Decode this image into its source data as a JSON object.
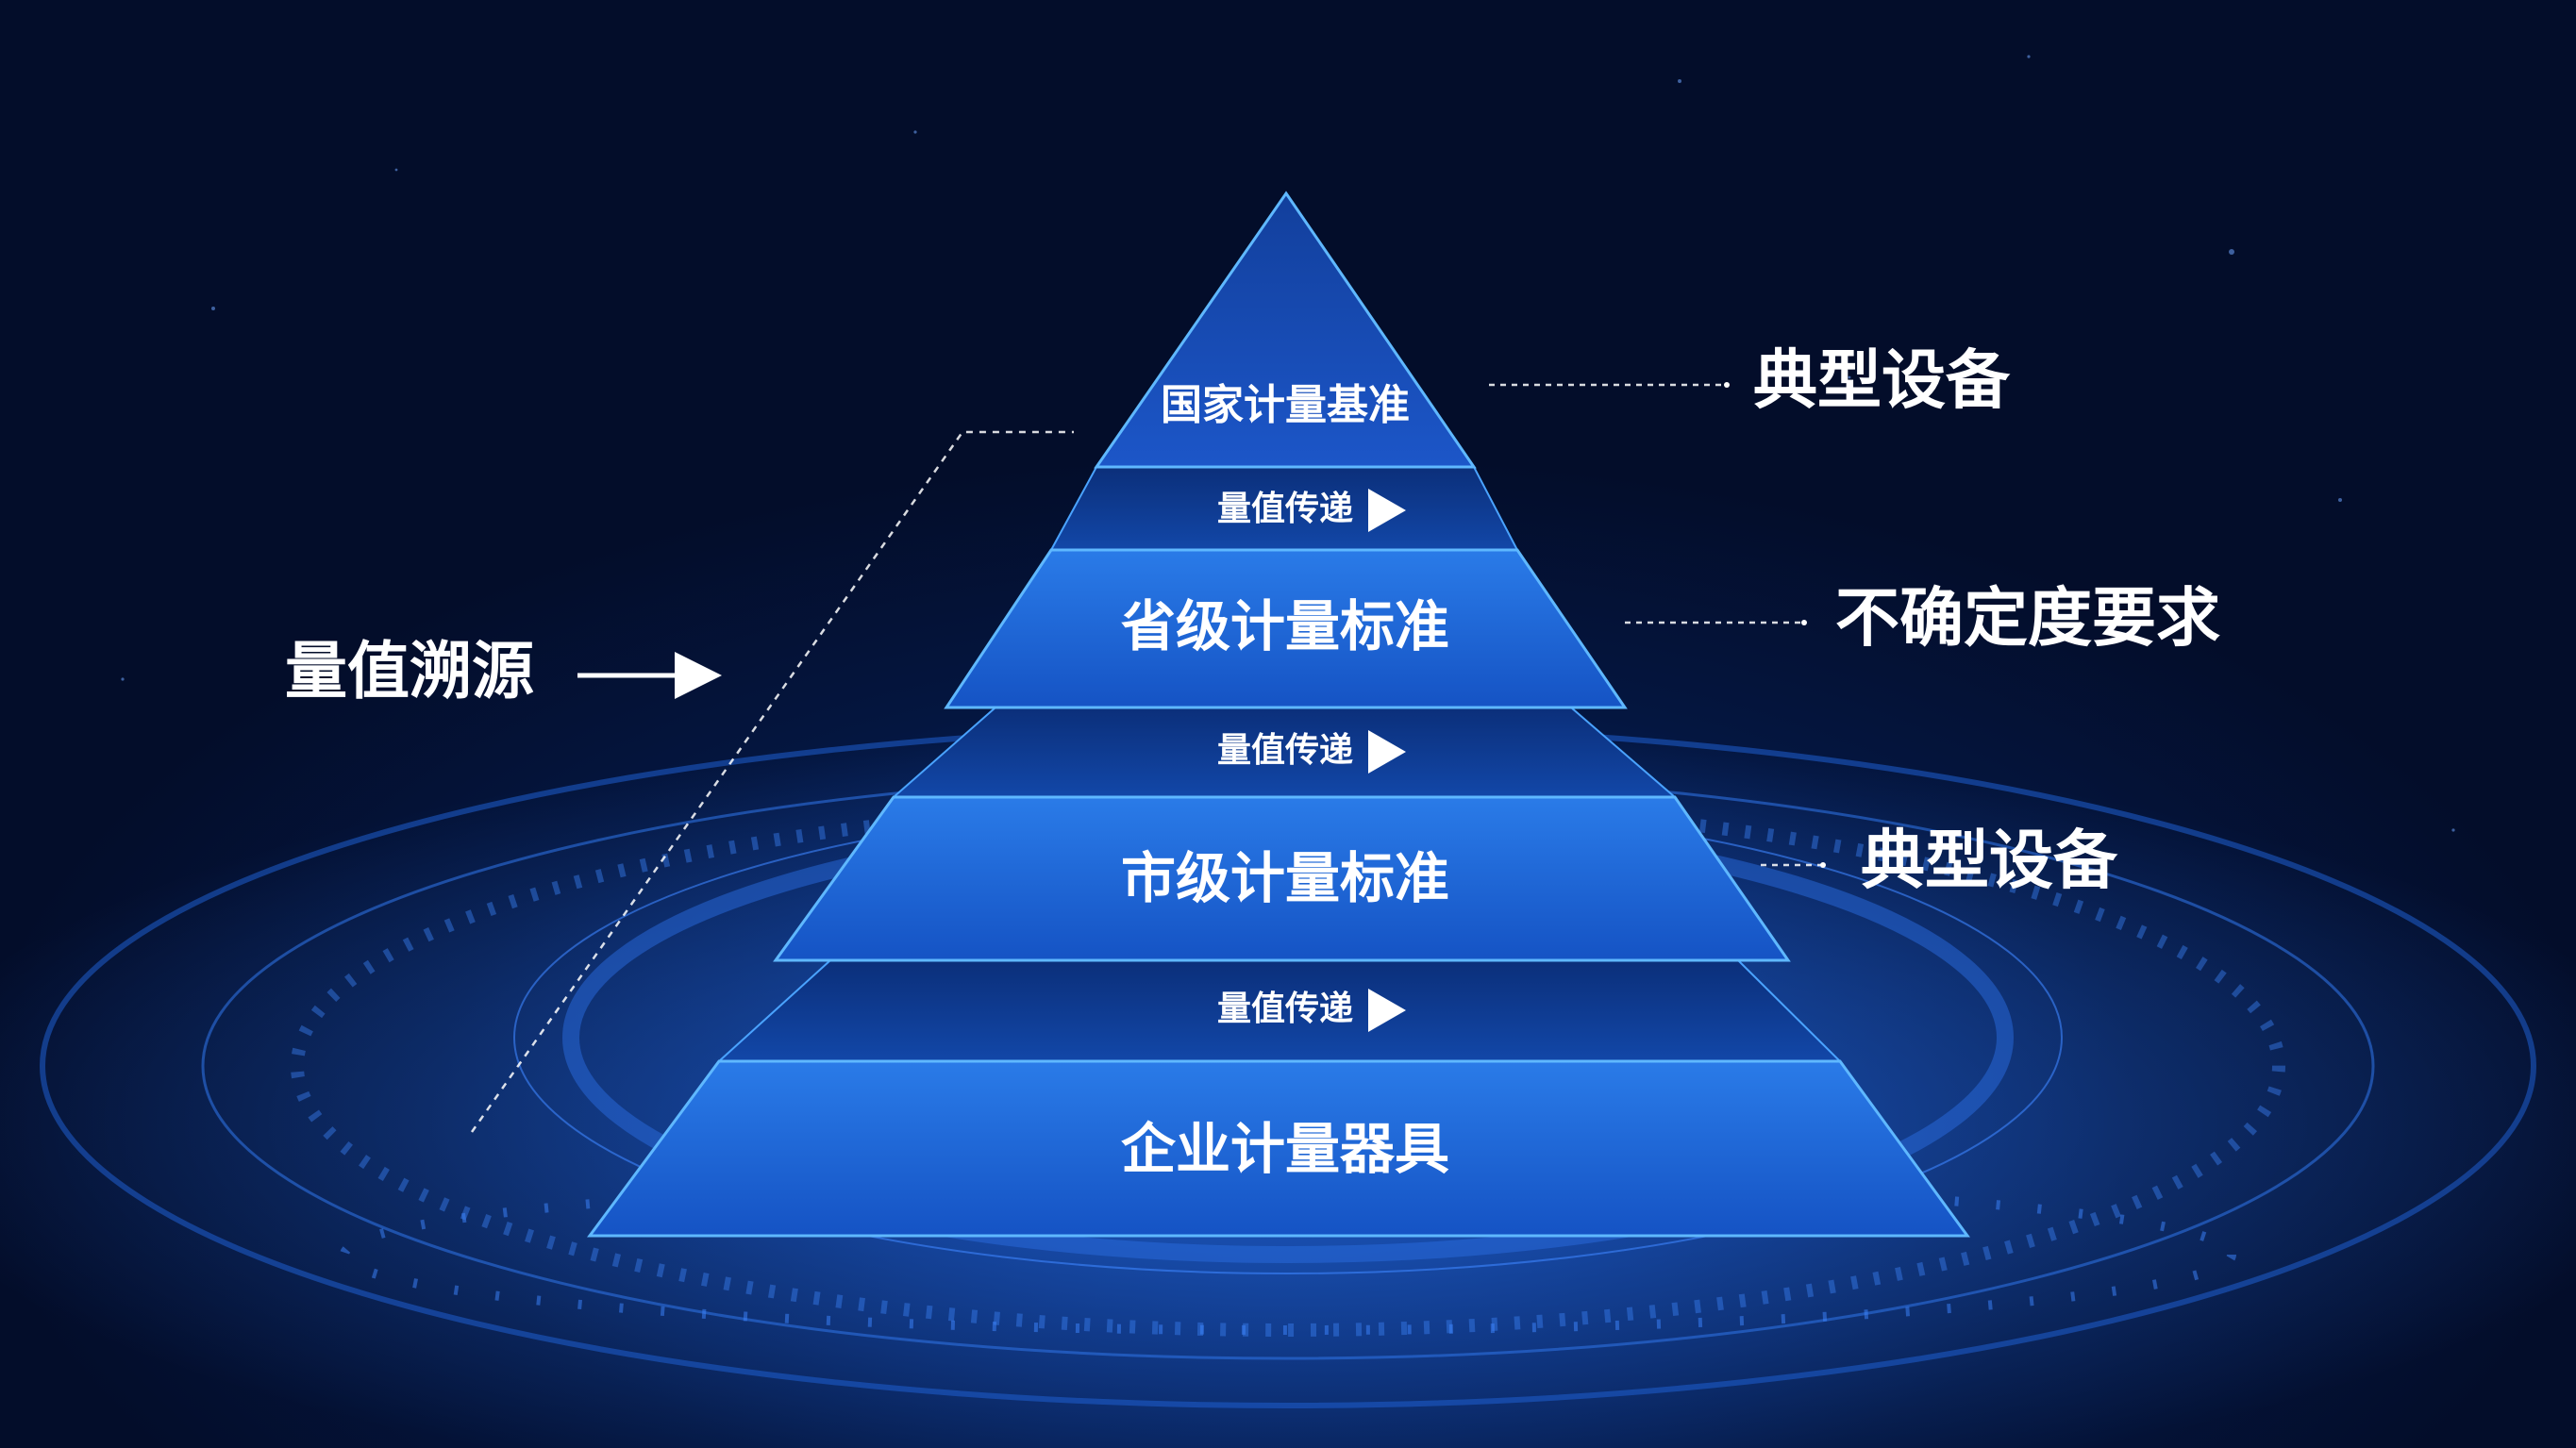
{
  "tiers": [
    {
      "label": "国家计量基准"
    },
    {
      "label": "省级计量标准"
    },
    {
      "label": "市级计量标准"
    },
    {
      "label": "企业计量器具"
    }
  ],
  "transfer_label": "量值传递",
  "traceability_label": "量值溯源",
  "annotations": [
    {
      "label": "典型设备"
    },
    {
      "label": "不确定度要求"
    },
    {
      "label": "典型设备"
    }
  ],
  "colors": {
    "background": "#041236",
    "tier_fill": "#1a63d6",
    "tier_edge": "#5fb8ff",
    "band_fill": "#0e3f9e",
    "text": "#ffffff"
  }
}
